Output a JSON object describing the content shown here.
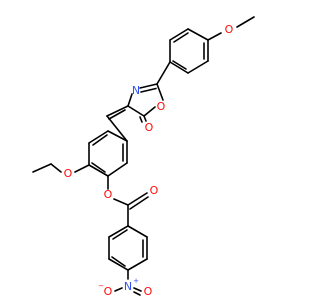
{
  "colors": {
    "background": "#ffffff",
    "bond": "#000000",
    "oxygen": "#ff0d0d",
    "nitrogen": "#3050f8",
    "carbon": "#000000"
  },
  "atoms": {
    "o_methoxy": "O",
    "o_ring": "O",
    "n_ring": "N",
    "o_carbonyl_lactone": "O",
    "o_ethoxy": "O",
    "o_ester": "O",
    "o_carbonyl_ester": "O",
    "n_nitro": "N",
    "n_nitro_charge": "+",
    "o_nitro_left": "O",
    "o_nitro_left_charge": "−",
    "o_nitro_right": "O"
  }
}
